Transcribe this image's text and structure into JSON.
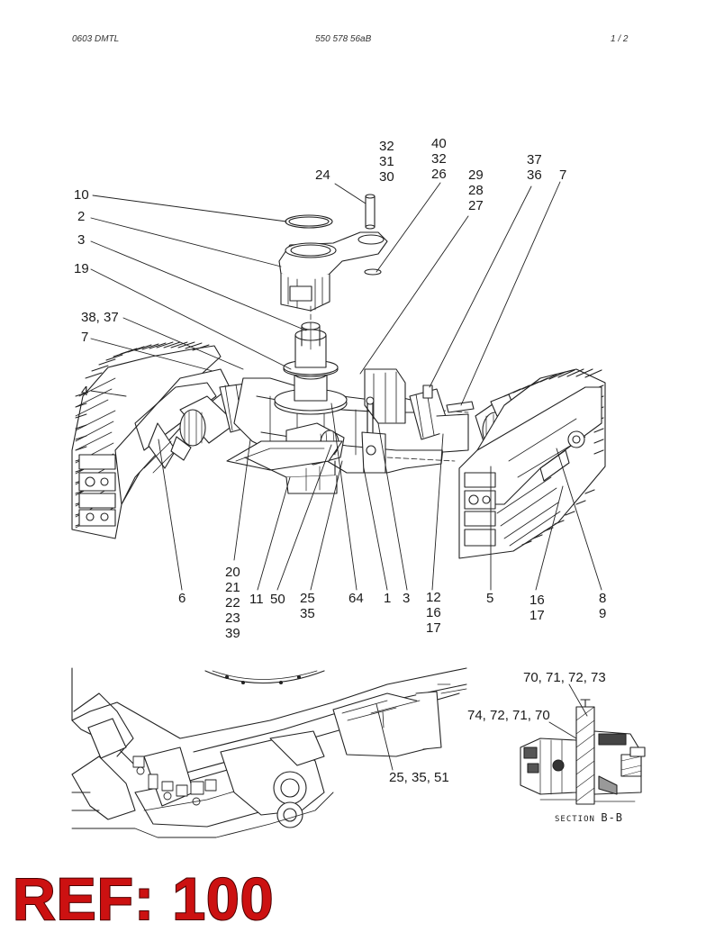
{
  "header": {
    "left": "0603 DMTL",
    "center": "550 578 56aB",
    "page": "1 /  2"
  },
  "callouts": {
    "c10": [
      "10"
    ],
    "c2": [
      "2"
    ],
    "c3a": [
      "3"
    ],
    "c19": [
      "19"
    ],
    "c3837": [
      "38, 37"
    ],
    "c7a": [
      "7"
    ],
    "c4": [
      "4"
    ],
    "c24": [
      "24"
    ],
    "c323130": [
      "32",
      "31",
      "30"
    ],
    "c403226": [
      "40",
      "32",
      "26"
    ],
    "c292827": [
      "29",
      "28",
      "27"
    ],
    "c3736": [
      "37",
      "36"
    ],
    "c7b": [
      "7"
    ],
    "c6": [
      "6"
    ],
    "c2021": [
      "20",
      "21",
      "22",
      "23",
      "39"
    ],
    "c11": [
      "11"
    ],
    "c50": [
      "50"
    ],
    "c2535": [
      "25",
      "35"
    ],
    "c64": [
      "64"
    ],
    "c1": [
      "1"
    ],
    "c3b": [
      "3"
    ],
    "c121617": [
      "12",
      "16",
      "17"
    ],
    "c5": [
      "5"
    ],
    "c1617": [
      "16",
      "17"
    ],
    "c89": [
      "8",
      "9"
    ],
    "c707172": [
      "70, 71, 72, 73"
    ],
    "c747271": [
      "74, 72, 71, 70"
    ],
    "c253551": [
      "25, 35, 51"
    ]
  },
  "section": {
    "word": "SECTION",
    "id": "B-B"
  },
  "ref": "REF: 100",
  "colors": {
    "ref_fill": "#cc1111",
    "ref_outline": "#4a0000",
    "line": "#222222"
  }
}
